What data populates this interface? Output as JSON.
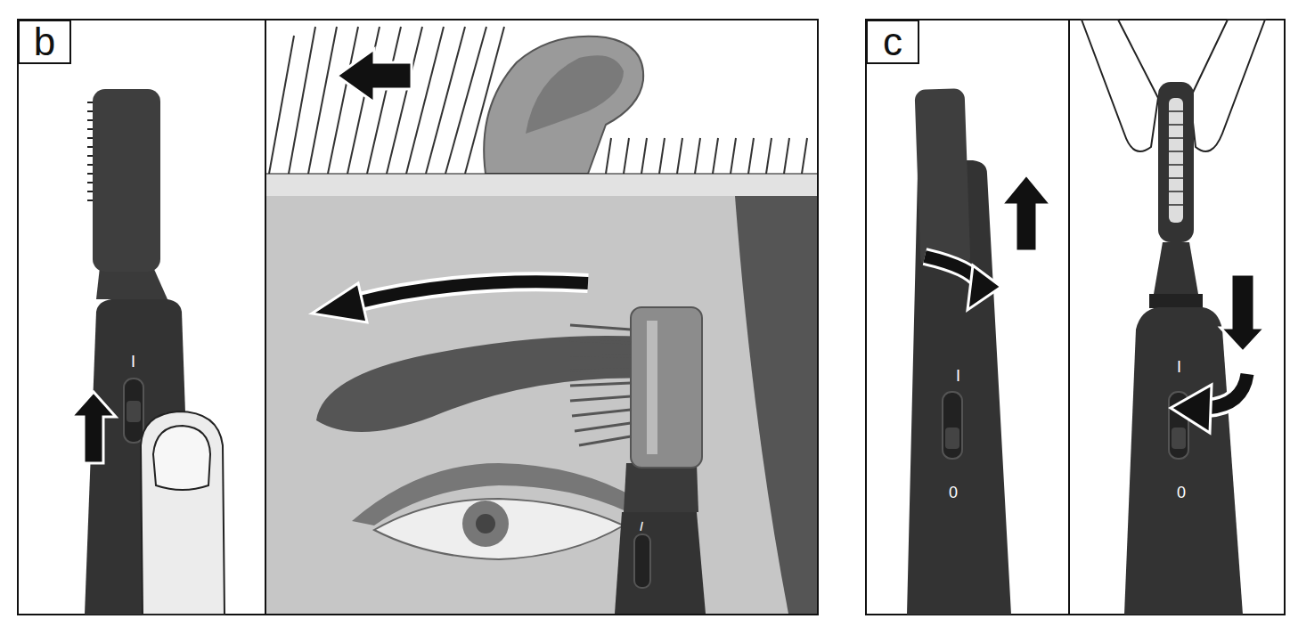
{
  "diagram": {
    "nodes": [
      {
        "text": [
          "b"
        ]
      },
      {
        "text": [
          "c"
        ]
      }
    ],
    "labels": [
      "I",
      "I",
      "I",
      "0",
      "I",
      "0"
    ]
  }
}
